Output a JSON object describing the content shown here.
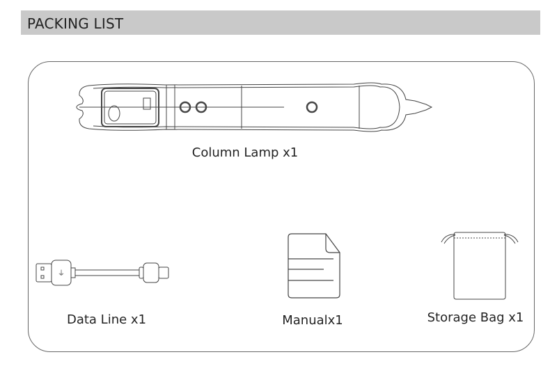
{
  "header": {
    "title": "PACKING LIST"
  },
  "items": [
    {
      "label": "Column Lamp x1",
      "icon": "column-lamp"
    },
    {
      "label": "Data Line x1",
      "icon": "usb-cable"
    },
    {
      "label": "Manualx1",
      "icon": "manual-document"
    },
    {
      "label": "Storage Bag x1",
      "icon": "storage-bag"
    }
  ]
}
